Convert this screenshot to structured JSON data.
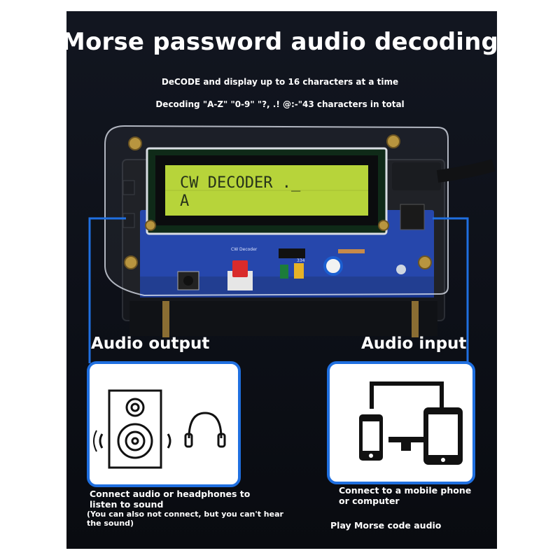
{
  "header": {
    "title": "Morse password audio decoding",
    "line1": "DeCODE and display up to 16 characters at a time",
    "line2": "Decoding \"A-Z\" \"0-9\" \"?, .! @:-\"43 characters in total"
  },
  "device": {
    "lcd_line1": "CW DECODER ._",
    "lcd_line2": "A",
    "pcb_label": "CW Decoder",
    "pot_label": "334"
  },
  "audio_output": {
    "heading": "Audio output",
    "description": "Connect audio or headphones to listen to sound",
    "note": "(You can also not connect, but you can't hear the sound)",
    "icons": [
      "speaker-icon",
      "headphones-icon"
    ]
  },
  "audio_input": {
    "heading": "Audio input",
    "description": "Connect to a mobile phone or computer",
    "note": "Play Morse code audio",
    "icons": [
      "monitor-icon",
      "phone-icon",
      "tablet-icon"
    ]
  },
  "colors": {
    "background": "#0d1018",
    "accent_blue": "#1f6fe0",
    "lcd_green": "#b7d43a",
    "pcb_blue": "#1b3ea8"
  }
}
